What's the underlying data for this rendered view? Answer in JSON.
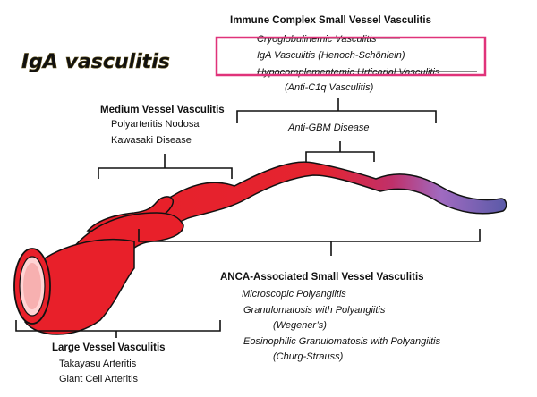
{
  "badge": {
    "text": "IgA vasculitis",
    "color": "#c8a21a"
  },
  "highlight_color": "#e0337a",
  "vessel_colors": {
    "red": "#e8202a",
    "purple": "#a06ac0",
    "blue": "#5a5aa8"
  },
  "immune_complex": {
    "title": "Immune Complex  Small Vessel Vasculitis",
    "items": [
      "Cryoglobulinemic Vasculitis",
      "IgA Vasculitis (Henoch-Schönlein)",
      "Hypocomplementemic Urticarial Vasculitis",
      "(Anti-C1q Vasculitis)"
    ]
  },
  "medium": {
    "title": "Medium Vessel Vasculitis",
    "items": [
      "Polyarteritis Nodosa",
      "Kawasaki Disease"
    ]
  },
  "anti_gbm": {
    "label": "Anti-GBM Disease"
  },
  "anca": {
    "title": "ANCA-Associated Small Vessel Vasculitis",
    "items": [
      "Microscopic Polyangiitis",
      "Granulomatosis with Polyangiitis",
      "(Wegener’s)",
      "Eosinophilic Granulomatosis with Polyangiitis",
      "(Churg-Strauss)"
    ]
  },
  "large": {
    "title": "Large Vessel Vasculitis",
    "items": [
      "Takayasu Arteritis",
      "Giant Cell Arteritis"
    ]
  }
}
